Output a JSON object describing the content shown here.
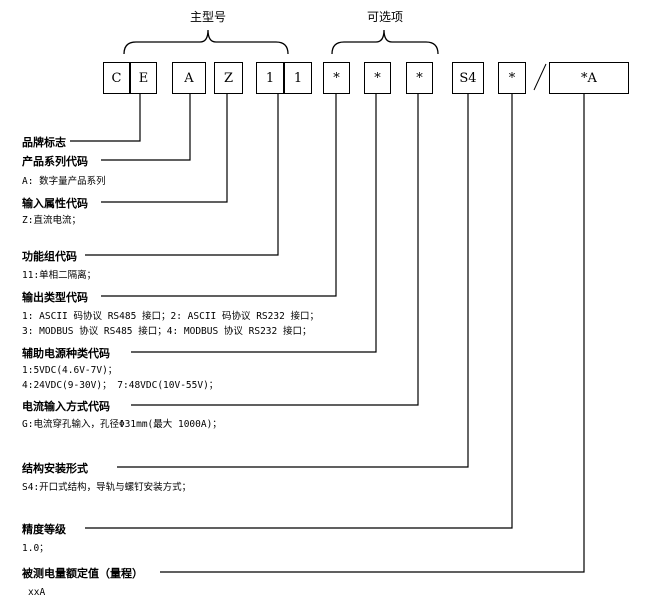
{
  "groups": {
    "main_model": "主型号",
    "options": "可选项"
  },
  "boxes": [
    "C",
    "E",
    "A",
    "Z",
    "1",
    "1",
    "*",
    "*",
    "*",
    "S4",
    "*",
    "*A"
  ],
  "separator": "/",
  "fields": [
    {
      "label": "品牌标志",
      "desc": []
    },
    {
      "label": "产品系列代码",
      "desc": [
        "A: 数字量产品系列"
      ]
    },
    {
      "label": "输入属性代码",
      "desc": [
        "Z:直流电流；"
      ]
    },
    {
      "label": "功能组代码",
      "desc": [
        "11:单相二隔离；"
      ]
    },
    {
      "label": "输出类型代码",
      "desc": [
        "1: ASCII 码协议 RS485 接口；2: ASCII 码协议 RS232 接口；",
        "3: MODBUS 协议 RS485 接口；4: MODBUS 协议 RS232 接口；"
      ]
    },
    {
      "label": "辅助电源种类代码",
      "desc": [
        "1:5VDC(4.6V-7V)；",
        "4:24VDC(9-30V)； 7:48VDC(10V-55V)；"
      ]
    },
    {
      "label": "电流输入方式代码",
      "desc": [
        "G:电流穿孔输入，孔径Φ31mm(最大 1000A)；"
      ]
    },
    {
      "label": "结构安装形式",
      "desc": [
        "S4:开口式结构，导轨与螺钉安装方式；"
      ]
    },
    {
      "label": "精度等级",
      "desc": [
        "1.0；"
      ]
    },
    {
      "label": "被测电量额定值（量程）",
      "desc": [
        "xxA"
      ]
    }
  ]
}
